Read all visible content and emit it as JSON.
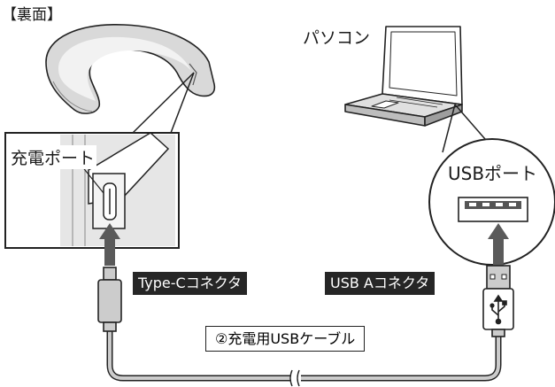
{
  "header": {
    "back_label": "【裏面】"
  },
  "labels": {
    "pc": "パソコン",
    "charge_port": "充電ポート",
    "usb_port": "USBポート",
    "type_c": "Type-Cコネクタ",
    "usb_a": "USB Aコネクタ",
    "cable": "②充電用USBケーブル"
  },
  "icons": [
    "neckband-earphone-icon",
    "laptop-icon",
    "usb-c-plug-icon",
    "usb-a-plug-icon",
    "usb-symbol-icon",
    "arrow-up-icon",
    "cable-break-icon"
  ],
  "colors": {
    "line": "#222222",
    "fill_gray": "#cccccc",
    "dark_label": "#262626",
    "arrow": "#5a5a5a"
  }
}
